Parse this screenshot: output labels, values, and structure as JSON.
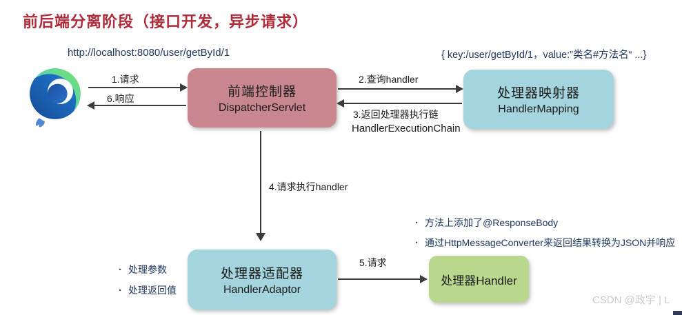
{
  "title": "前后端分离阶段（接口开发，异步请求）",
  "request_url": "http://localhost:8080/user/getById/1",
  "mapping_entry": "{ key:/user/getById/1，value:”类名#方法名“ ...}",
  "bullet_char": "·",
  "nodes": {
    "dispatcher": {
      "cn": "前端控制器",
      "en": "DispatcherServlet"
    },
    "mapping": {
      "cn": "处理器映射器",
      "en": "HandlerMapping"
    },
    "adaptor": {
      "cn": "处理器适配器",
      "en": "HandlerAdaptor"
    },
    "handler": {
      "label": "处理器Handler"
    }
  },
  "arrows": {
    "request": "1.请求",
    "response": "6.响应",
    "query_handler": "2.查询handler",
    "return_chain_cn": "3.返回处理器执行链",
    "return_chain_en": "HandlerExecutionChain",
    "execute_handler": "4.请求执行handler",
    "call_handler": "5.请求"
  },
  "adaptor_notes": [
    "处理参数",
    "处理返回值"
  ],
  "handler_notes": [
    "方法上添加了@ResponseBody",
    "通过HttpMessageConverter来返回结果转换为JSON并响应"
  ],
  "watermark": "CSDN @政宇 | L",
  "colors": {
    "title": "#b02b3a",
    "text_navy": "#1f3864",
    "node_pink": "#c8868e",
    "node_blue": "#a4d4dd",
    "node_green": "#b9d88e",
    "arrow": "#3b3b3b",
    "watermark": "#cbcbcb"
  }
}
